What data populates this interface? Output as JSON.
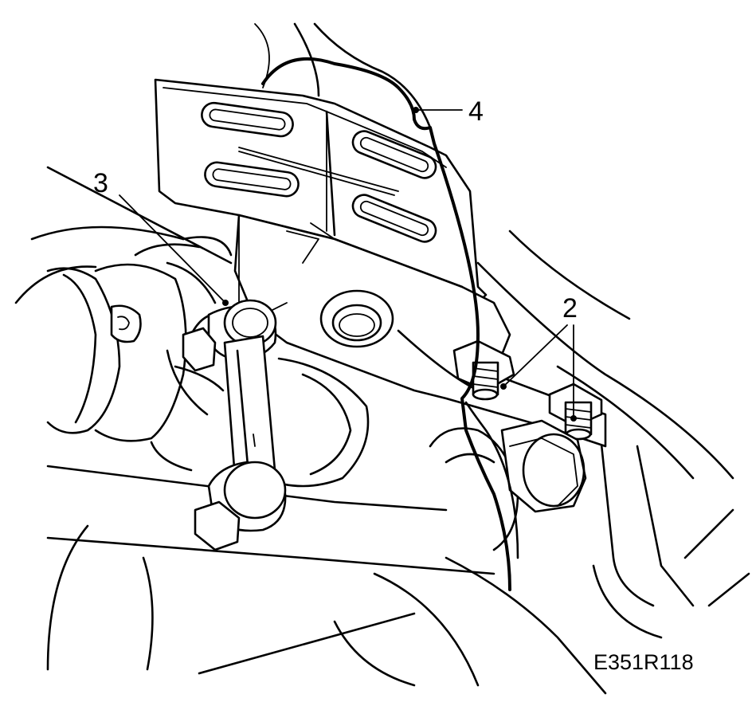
{
  "callouts": {
    "bracket": "4",
    "link_rod": "3",
    "nuts": "2"
  },
  "figure_code": "E351R118"
}
